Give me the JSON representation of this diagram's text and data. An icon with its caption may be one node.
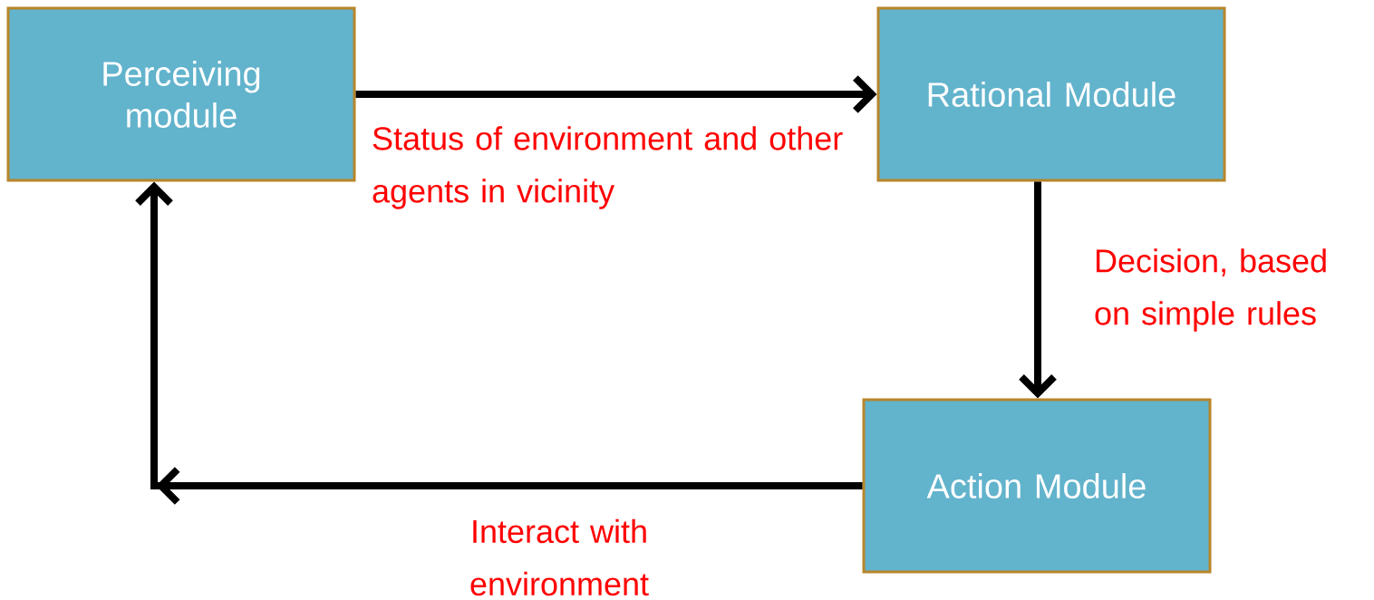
{
  "diagram": {
    "nodes": [
      {
        "text": [
          "Perceiving module"
        ]
      },
      {
        "text": [
          "Rational Module"
        ]
      },
      {
        "text": [
          "Action Module"
        ]
      }
    ],
    "edges": [
      {
        "from": 0,
        "to": 1,
        "arrow": "to",
        "label": "Status of environment and other agents in vicinity"
      },
      {
        "from": 1,
        "to": 2,
        "arrow": "to",
        "label": "Decision, based on simple rules"
      },
      {
        "from": 2,
        "to": 0,
        "arrow": "to",
        "label": "Interact with environment"
      }
    ]
  }
}
